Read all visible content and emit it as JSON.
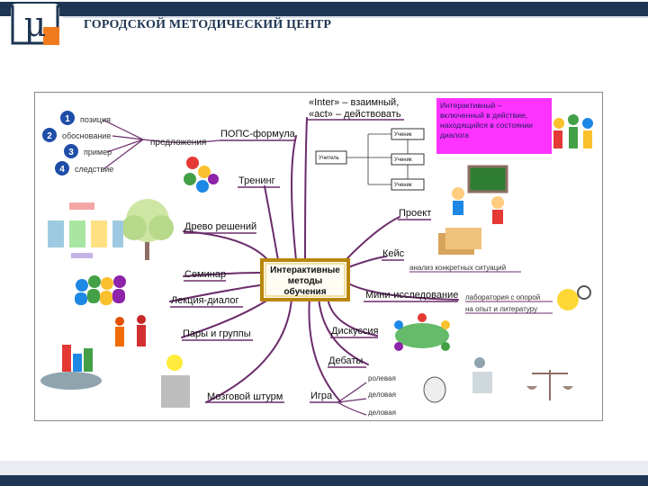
{
  "header": {
    "title": "ГОРОДСКОЙ МЕТОДИЧЕСКИЙ ЦЕНТР",
    "logo_letter": "μ"
  },
  "center": {
    "lines": [
      "Интерактивные",
      "методы",
      "обучения"
    ]
  },
  "inter_definition": {
    "line1": "«Inter» – взаимный,",
    "line2": "«act» – действовать"
  },
  "definition_box": {
    "lines": [
      "Интерактивный –",
      "включенный в действие,",
      "находящийся в состоянии",
      "диалога"
    ]
  },
  "branches": {
    "pops": "ПОПС-формула",
    "training": "Тренинг",
    "decision_tree": "Древо решений",
    "seminar": "Семинар",
    "lecture_dialog": "Лекция-диалог",
    "pairs_groups": "Пары и группы",
    "brainstorm": "Мозговой штурм",
    "project": "Проект",
    "case": "Кейс",
    "mini_research": "Мини-исследование",
    "discussion": "Дискуссия",
    "debates": "Дебаты",
    "game": "Игра"
  },
  "pops_items": [
    {
      "num": "1",
      "text": "позиция"
    },
    {
      "num": "2",
      "text": "обоснование"
    },
    {
      "num": "3",
      "text": "пример"
    },
    {
      "num": "4",
      "text": "следствие"
    }
  ],
  "pops_sentence": "предложения",
  "teacher_scheme": {
    "teacher": "Учитель",
    "pupil": "Ученик"
  },
  "case_note": "анализ конкретных ситуаций",
  "research_note_1": "лаборатория с опорой",
  "research_note_2": "на опыт и литературу",
  "game_items": [
    "ролевая",
    "деловая",
    "деловая"
  ],
  "colors": {
    "navy": "#1e3553",
    "branch": "#6b2d6b",
    "magenta_box": "#ff33ff",
    "gold_frame": "#b8860b"
  }
}
